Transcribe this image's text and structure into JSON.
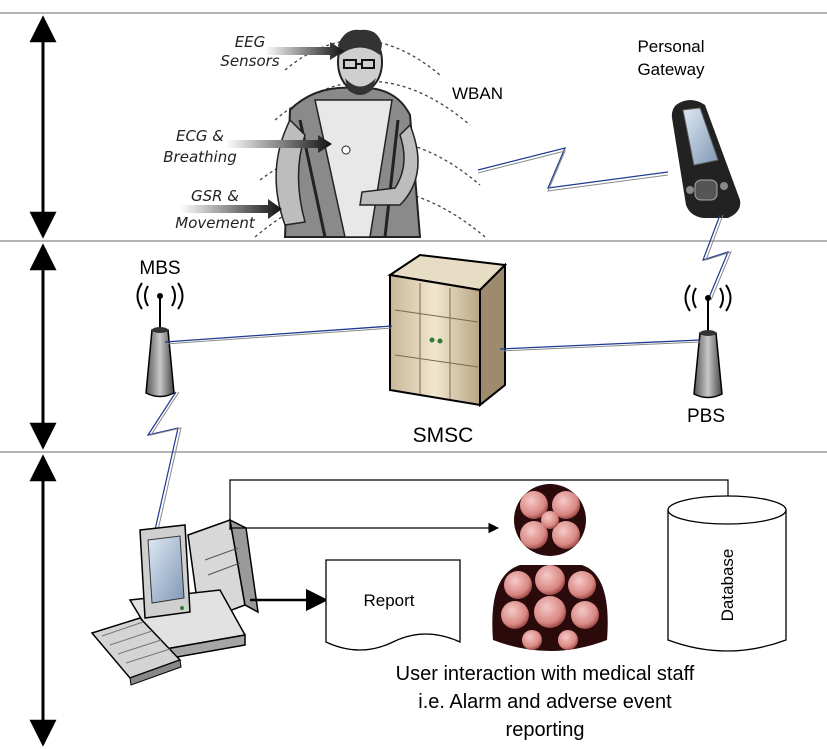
{
  "tiers": {
    "top": {
      "sensor_labels": [
        {
          "line1": "EEG",
          "line2": "Sensors"
        },
        {
          "line1": "ECG &",
          "line2": "Breathing"
        },
        {
          "line1": "GSR &",
          "line2": "Movement"
        }
      ],
      "wban_label": "WBAN",
      "gateway_label_line1": "Personal",
      "gateway_label_line2": "Gateway"
    },
    "middle": {
      "mbs_label": "MBS",
      "smsc_label": "SMSC",
      "pbs_label": "PBS"
    },
    "bottom": {
      "report_label": "Report",
      "database_label": "Database",
      "caption_lines": [
        "User interaction with medical staff",
        "i.e. Alarm and adverse event",
        "reporting"
      ]
    }
  },
  "colors": {
    "link": "#1f3a93",
    "divider": "#9a9a9a",
    "staff_fill": "#e6a3a0",
    "staff_dark": "#2a0a0a"
  }
}
